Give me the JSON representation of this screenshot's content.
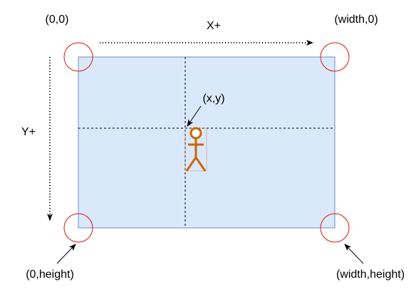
{
  "labels": {
    "top_left": "(0,0)",
    "top_right": "(width,0)",
    "bottom_left": "(0,height)",
    "bottom_right": "(width,height)",
    "x_axis": "X+",
    "y_axis": "Y+",
    "point": "(x,y)"
  },
  "colors": {
    "screen_fill": "#dae8fc",
    "screen_stroke": "#6c8ebf",
    "corner_marker": "#e51400",
    "figure": "#cc6600",
    "line": "#000000"
  }
}
